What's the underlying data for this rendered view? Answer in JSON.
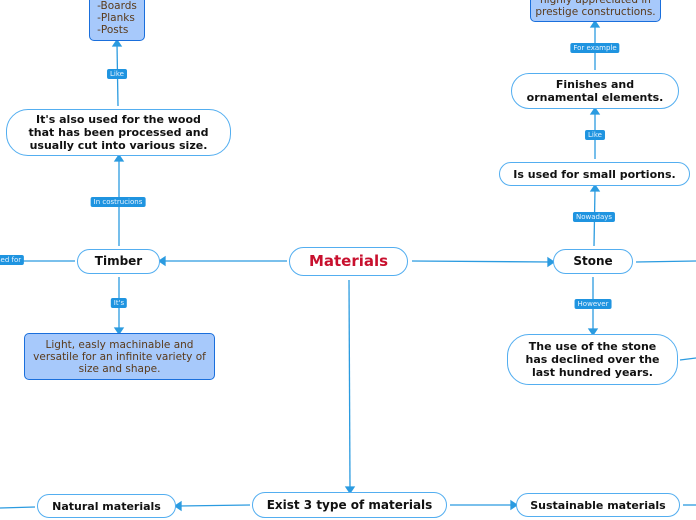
{
  "nodes": {
    "lumber_examples": "-Boards\n-Planks\n-Posts",
    "processed_wood": "It's also used for the wood\nthat has been processed and\nusually cut into various size.",
    "timber": "Timber",
    "timber_desc": "Light, easly machinable and\nversatile for an infinite variety of\nsize and shape.",
    "materials": "Materials",
    "stone": "Stone",
    "small_portions": "Is used for small portions.",
    "finishes": "Finishes and\nornamental elements.",
    "prestige": "highly appreciated in\nprestige constructions.",
    "declined": "The use of the stone\nhas declined over the\nlast hundred years.",
    "exist3": "Exist 3 type of materials",
    "natural": "Natural materials",
    "sustainable": "Sustainable materials"
  },
  "labels": {
    "like1": "Like",
    "costrucions": "In costrucions",
    "its": "It's",
    "used_for": "sed for",
    "for_example": "For example",
    "like2": "Like",
    "nowadays": "Nowadays",
    "however": "However"
  },
  "colors": {
    "line": "#2b9be0",
    "accent": "#c8102e",
    "box_fill": "#a7c9fb"
  }
}
